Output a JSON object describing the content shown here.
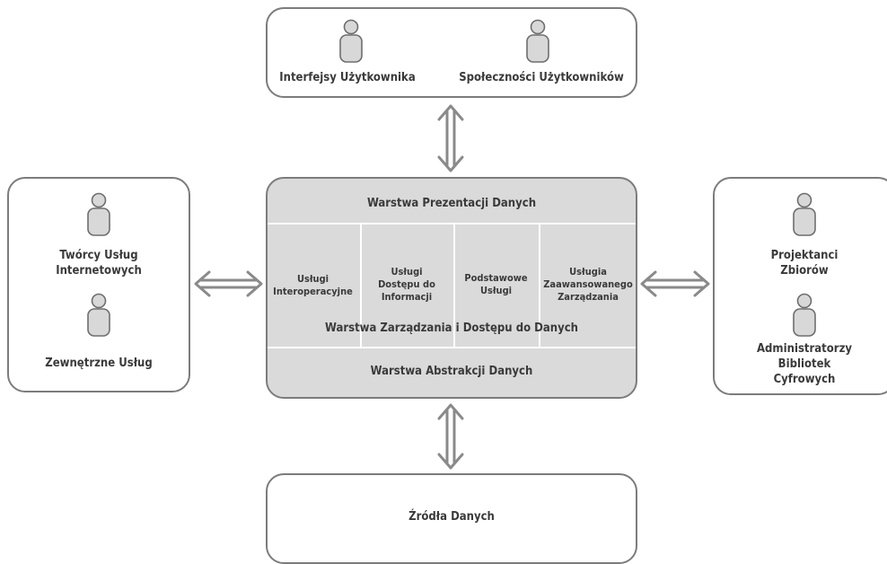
{
  "top_box": {
    "actors": [
      "Interfejsy Użytkownika",
      "Społeczności Użytkowników"
    ]
  },
  "left_box": {
    "actors": [
      "Twórcy Usług\nInternetowych",
      "Zewnętrzne Usług"
    ]
  },
  "right_box": {
    "actors": [
      "Projektanci\nZbiorów",
      "Administratorzy\nBibliotek\nCyfrowych"
    ]
  },
  "bottom_box": {
    "label": "Źródła Danych"
  },
  "center_box": {
    "presentation_layer": "Warstwa Prezentacji Danych",
    "management_layer": "Warstwa Zarządzania i Dostępu do Danych",
    "abstraction_layer": "Warstwa Abstrakcji Danych",
    "services": [
      "Usługi\nInteroperacyjne",
      "Usługi\nDostępu do\nInformacji",
      "Podstawowe\nUsługi",
      "Usługia\nZaawansowanego\nZarządzania"
    ]
  },
  "colors": {
    "border": "#7c7c7c",
    "center_fill": "#dadada",
    "arrow": "#8a8a8a",
    "person_fill": "#d8d8d8",
    "person_stroke": "#6e6e6e",
    "text": "#3a3a3a"
  }
}
